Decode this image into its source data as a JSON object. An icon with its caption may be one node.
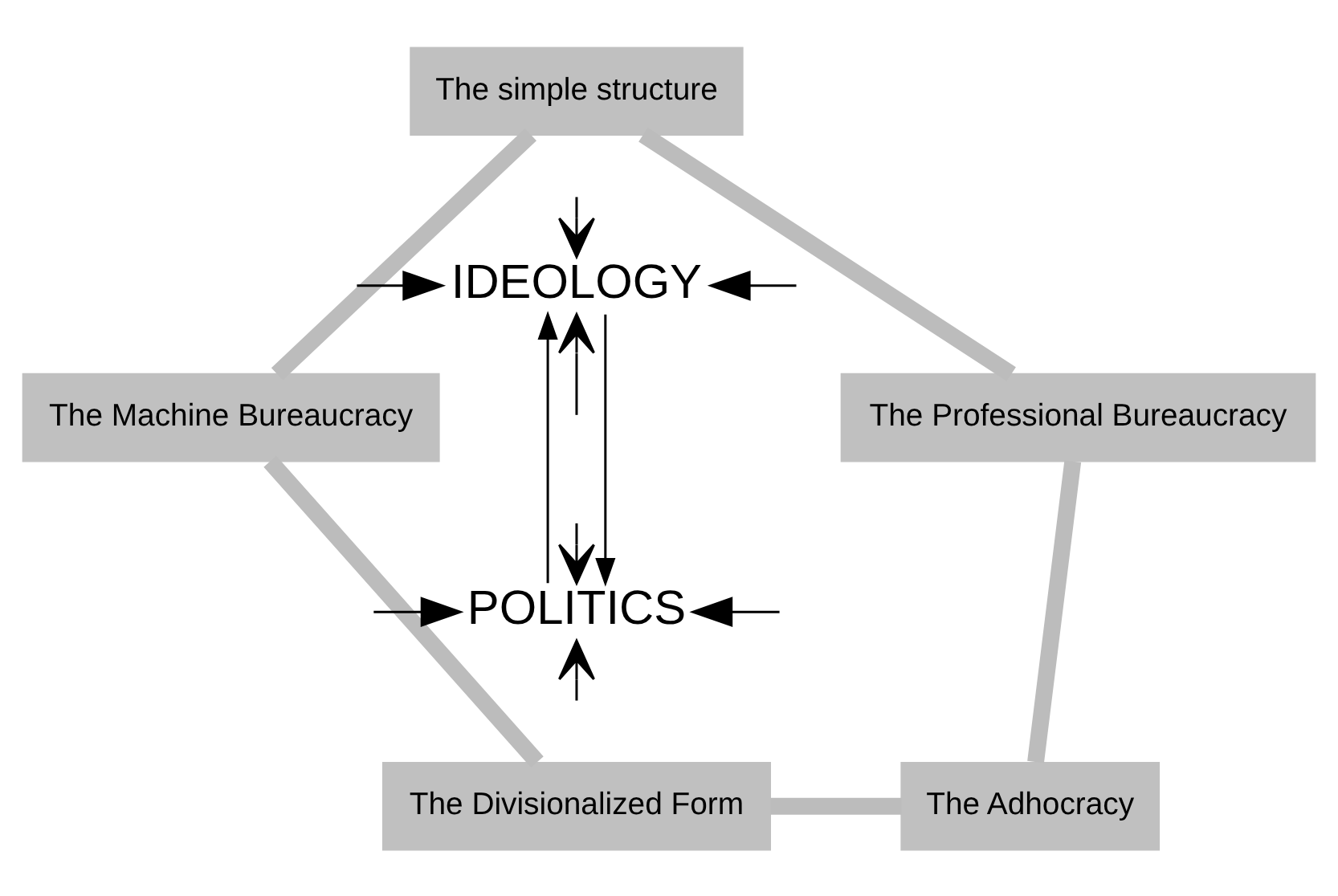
{
  "diagram": {
    "nodes": [
      {
        "text": [
          "The simple structure"
        ]
      },
      {
        "text": [
          "The Machine Bureaucracy"
        ]
      },
      {
        "text": [
          "The Professional Bureaucracy"
        ]
      },
      {
        "text": [
          "The Divisionalized Form"
        ]
      },
      {
        "text": [
          "The Adhocracy"
        ]
      },
      {
        "text": [
          "IDEOLOGY"
        ]
      },
      {
        "text": [
          "POLITICS"
        ]
      }
    ],
    "edges": [
      {
        "from": 0,
        "to": 1,
        "arrow": "none",
        "style": "thick",
        "color": "#bcbcbc"
      },
      {
        "from": 0,
        "to": 2,
        "arrow": "none",
        "style": "thick",
        "color": "#bcbcbc"
      },
      {
        "from": 1,
        "to": 3,
        "arrow": "none",
        "style": "thick",
        "color": "#bcbcbc"
      },
      {
        "from": 2,
        "to": 4,
        "arrow": "none",
        "style": "thick",
        "color": "#bcbcbc"
      },
      {
        "from": 3,
        "to": 4,
        "arrow": "none",
        "style": "thick",
        "color": "#bcbcbc"
      },
      {
        "from": 6,
        "to": 5,
        "arrow": "to"
      },
      {
        "from": 5,
        "to": 6,
        "arrow": "to"
      },
      {
        "from": null,
        "to": 5,
        "arrow": "to"
      },
      {
        "from": null,
        "to": 5,
        "arrow": "to"
      },
      {
        "from": null,
        "to": 5,
        "arrow": "to"
      },
      {
        "from": null,
        "to": 5,
        "arrow": "to"
      },
      {
        "from": null,
        "to": 6,
        "arrow": "to"
      },
      {
        "from": null,
        "to": 6,
        "arrow": "to"
      },
      {
        "from": null,
        "to": 6,
        "arrow": "to"
      },
      {
        "from": null,
        "to": 6,
        "arrow": "to"
      }
    ]
  }
}
